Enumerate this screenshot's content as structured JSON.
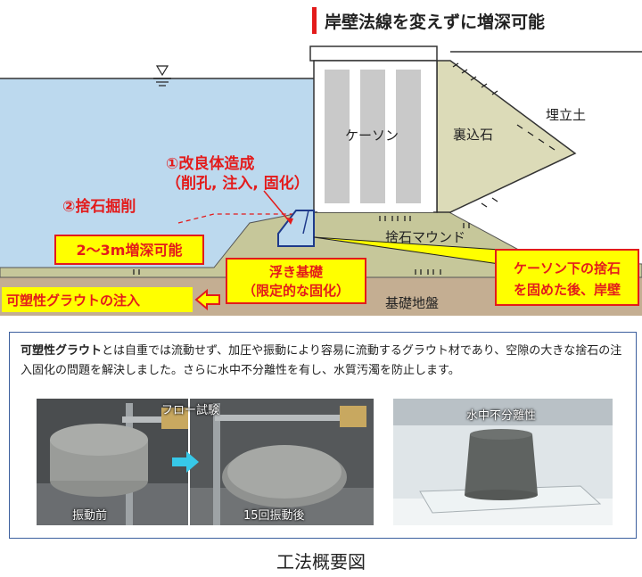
{
  "diagram": {
    "headline": "岸壁法線を変えずに増深可能",
    "labels": {
      "caisson": "ケーソン",
      "backfill_stone": "裏込石",
      "reclaimed_soil": "埋立土",
      "rubble_mound": "捨石マウンド",
      "foundation_ground": "基礎地盤"
    },
    "callouts": {
      "step1_line1": "①改良体造成",
      "step1_line2": "（削孔, 注入, 固化）",
      "step2": "②捨石掘削",
      "deepen": "2～3m増深可能",
      "floating_line1": "浮き基礎",
      "floating_line2": "（限定的な固化）",
      "caisson_note_line1": "ケーソン下の捨石",
      "caisson_note_line2": "を固めた後、岸壁",
      "grout_injection": "可塑性グラウトの注入"
    },
    "colors": {
      "water": "#bcd9ee",
      "rubble": "#c6c79a",
      "backfill": "#dcdbb8",
      "foundation": "#c4ae92",
      "yellow_box": "#ffff00",
      "red": "#e31b1b"
    }
  },
  "description": {
    "bold_term": "可塑性グラウト",
    "text": "とは自重では流動せず、加圧や振動により容易に流動するグラウト材であり、空隙の大きな捨石の注入固化の問題を解決しました。さらに水中不分離性を有し、水質汚濁を防止します。"
  },
  "photos": {
    "flow_test_title": "フロー試験",
    "before_vibration": "振動前",
    "after_vibration": "15回振動後",
    "underwater_title": "水中不分離性"
  },
  "caption": "工法概要図"
}
